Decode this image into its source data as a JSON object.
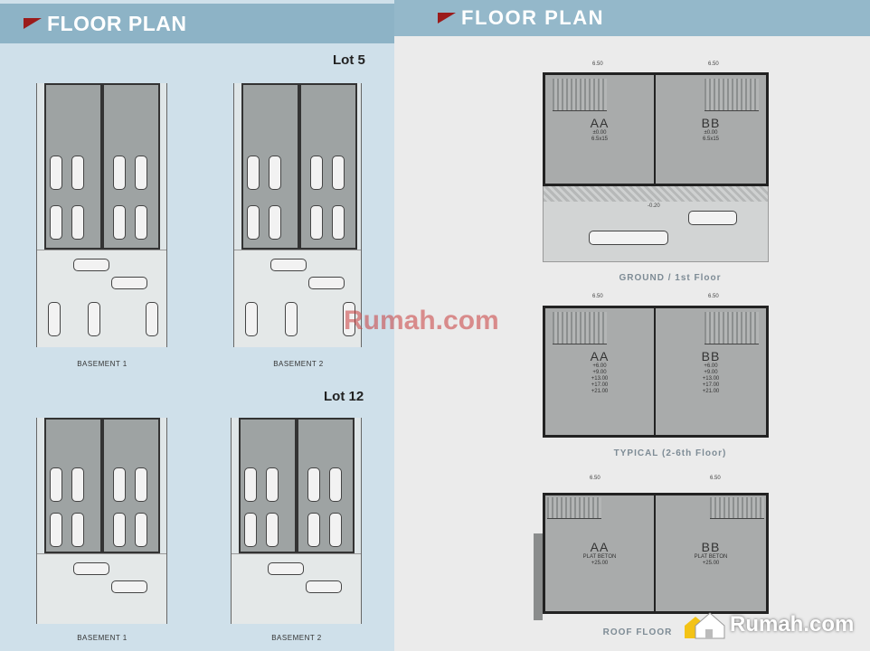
{
  "left": {
    "title": "FLOOR PLAN",
    "lots": [
      {
        "label": "Lot 5",
        "basements": [
          "BASEMENT 1",
          "BASEMENT 2"
        ]
      },
      {
        "label": "Lot 12",
        "basements": [
          "BASEMENT 1",
          "BASEMENT 2"
        ]
      }
    ]
  },
  "right": {
    "title": "FLOOR PLAN",
    "dimension": "6.50",
    "ground": {
      "caption": "GROUND / 1st Floor",
      "units": [
        {
          "name": "AA",
          "elev": "±0.00",
          "size": "6.5x15"
        },
        {
          "name": "BB",
          "elev": "±0.00",
          "size": "6.5x15"
        }
      ],
      "street_level": "-0.20"
    },
    "typical": {
      "caption": "TYPICAL (2-6th Floor)",
      "units": [
        {
          "name": "AA",
          "levels": [
            "+6.00",
            "+9.00",
            "+13.00",
            "+17.00",
            "+21.00"
          ]
        },
        {
          "name": "BB",
          "levels": [
            "+6.00",
            "+9.00",
            "+13.00",
            "+17.00",
            "+21.00"
          ]
        }
      ]
    },
    "roof": {
      "caption": "ROOF FLOOR",
      "units": [
        {
          "name": "AA",
          "note": "PLAT BETON",
          "elev": "+25.00"
        },
        {
          "name": "BB",
          "note": "PLAT BETON",
          "elev": "+25.00"
        }
      ]
    }
  },
  "watermark": "Rumah.com",
  "logo": "Rumah.com",
  "colors": {
    "accent": "#9b1b1b",
    "header": "#8db3c6"
  }
}
